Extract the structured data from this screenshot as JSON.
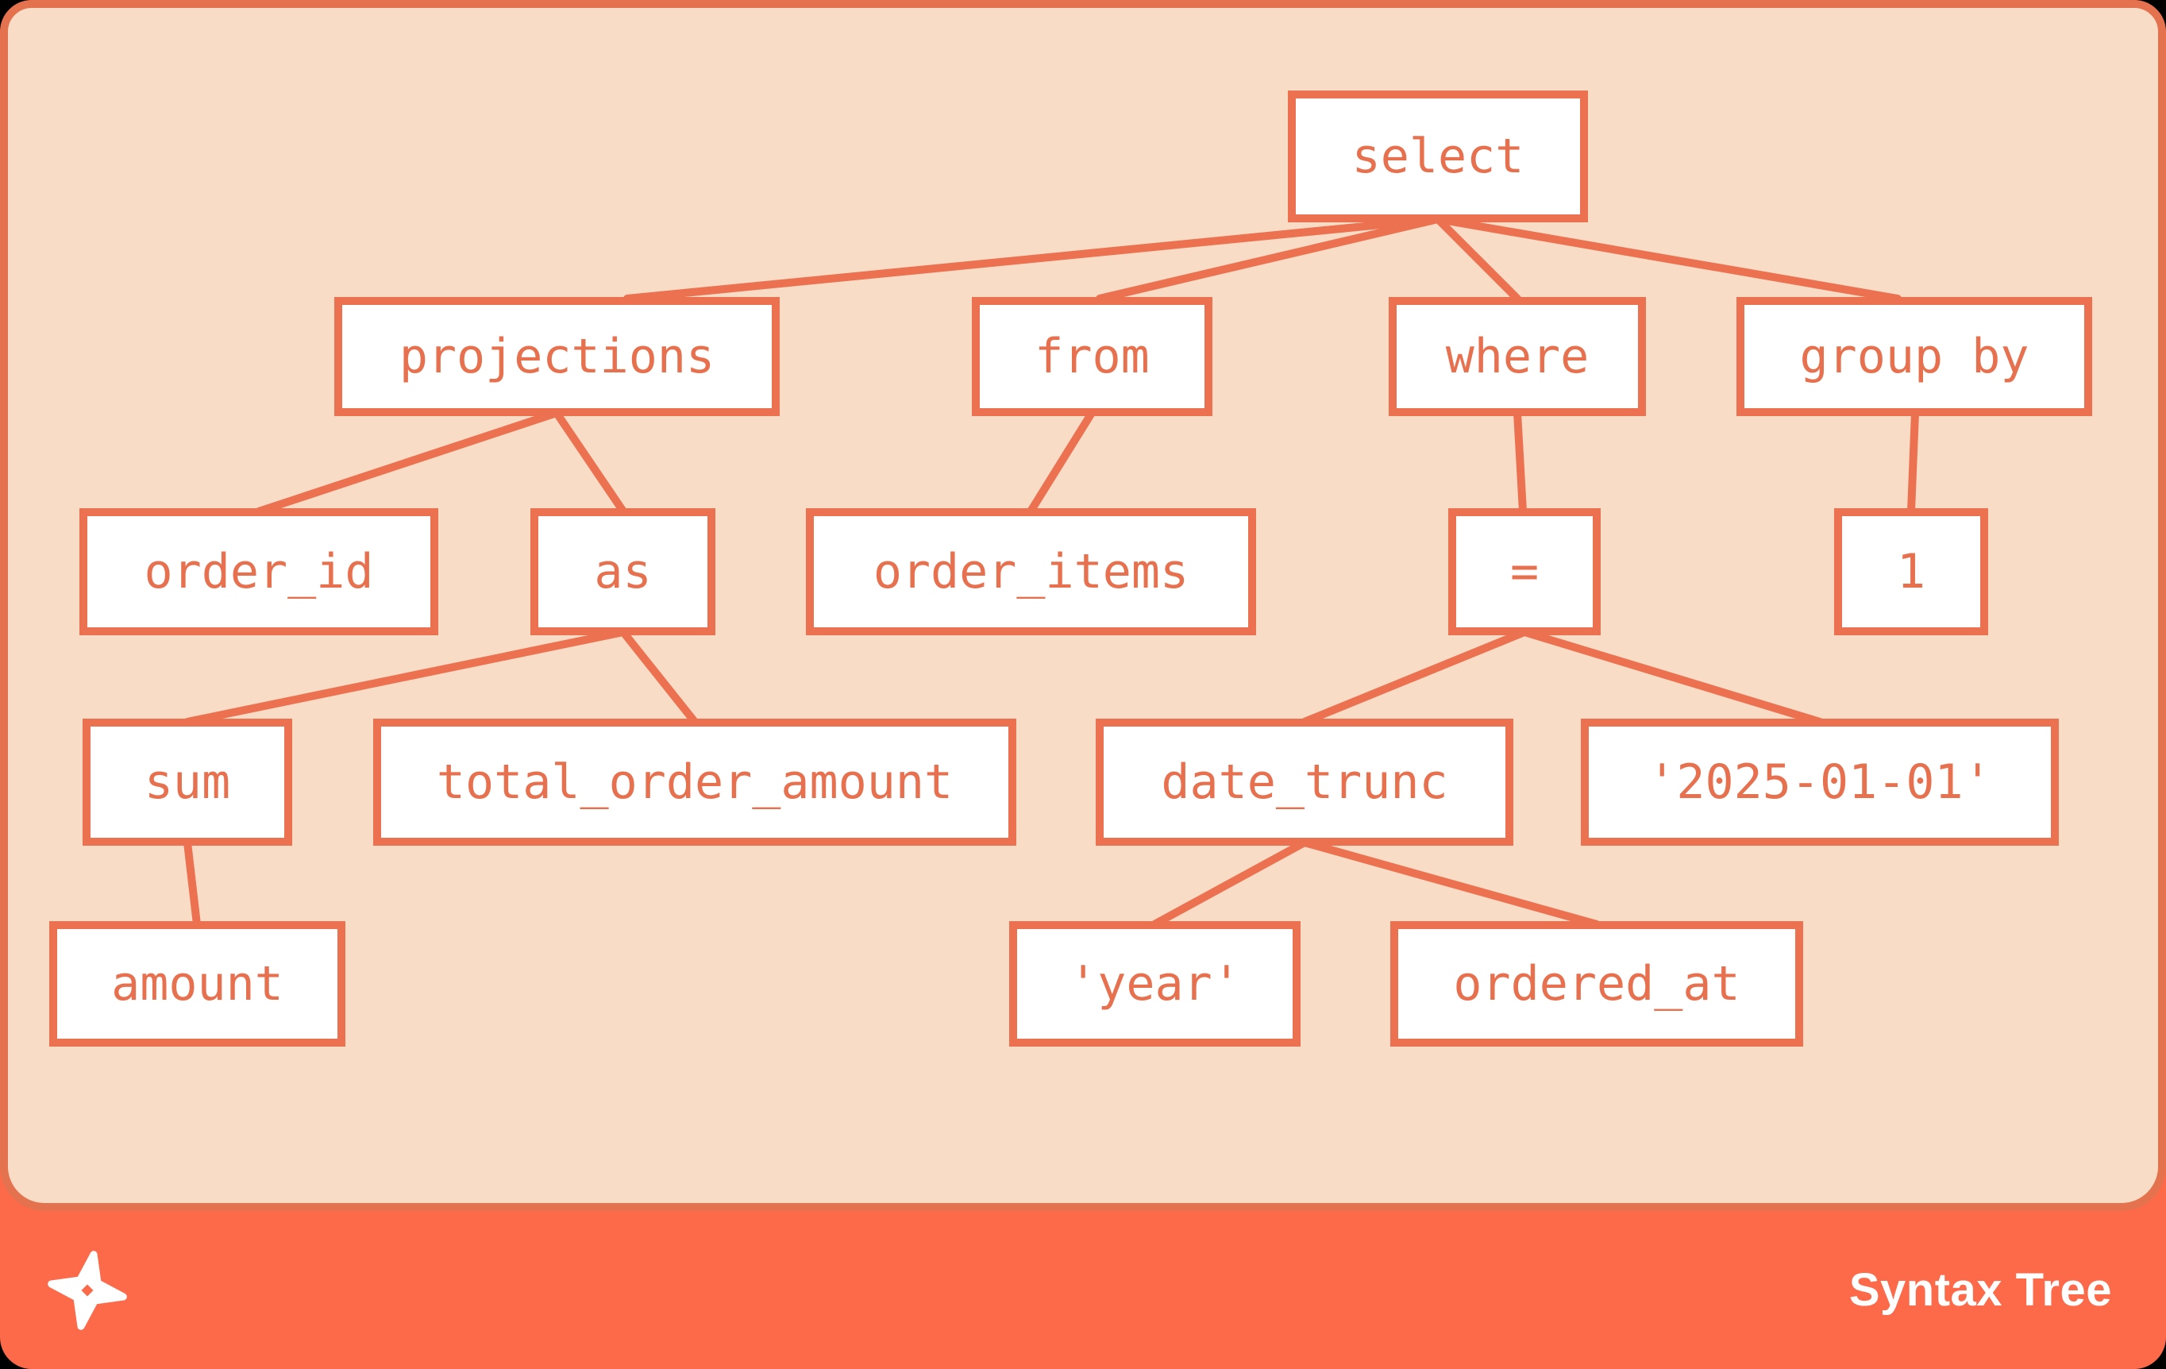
{
  "theme": {
    "panel_background": "#F8DCC6",
    "node_border": "#EC7150",
    "node_background": "#FFFFFF",
    "node_text": "#E7714F",
    "edge_color": "#EC7150",
    "footer_background": "#FC6A4A",
    "footer_text": "#FFFFFF"
  },
  "tree": {
    "root": "select",
    "nodes": {
      "select": {
        "label": "select",
        "children": [
          "projections",
          "from",
          "where",
          "group_by"
        ]
      },
      "projections": {
        "label": "projections",
        "children": [
          "order_id",
          "as"
        ]
      },
      "from": {
        "label": "from",
        "children": [
          "order_items"
        ]
      },
      "where": {
        "label": "where",
        "children": [
          "eq"
        ]
      },
      "group_by": {
        "label": "group by",
        "children": [
          "one"
        ]
      },
      "order_id": {
        "label": "order_id",
        "children": []
      },
      "as": {
        "label": "as",
        "children": [
          "sum",
          "total_order_amount"
        ]
      },
      "order_items": {
        "label": "order_items",
        "children": []
      },
      "eq": {
        "label": "=",
        "children": [
          "date_trunc",
          "date_literal"
        ]
      },
      "one": {
        "label": "1",
        "children": []
      },
      "sum": {
        "label": "sum",
        "children": [
          "amount"
        ]
      },
      "total_order_amount": {
        "label": "total_order_amount",
        "children": []
      },
      "date_trunc": {
        "label": "date_trunc",
        "children": [
          "year_literal",
          "ordered_at"
        ]
      },
      "date_literal": {
        "label": "'2025-01-01'",
        "children": []
      },
      "amount": {
        "label": "amount",
        "children": []
      },
      "year_literal": {
        "label": "'year'",
        "children": []
      },
      "ordered_at": {
        "label": "ordered_at",
        "children": []
      }
    }
  },
  "footer": {
    "title": "Syntax Tree",
    "logo": "pinwheel-logo-icon"
  }
}
